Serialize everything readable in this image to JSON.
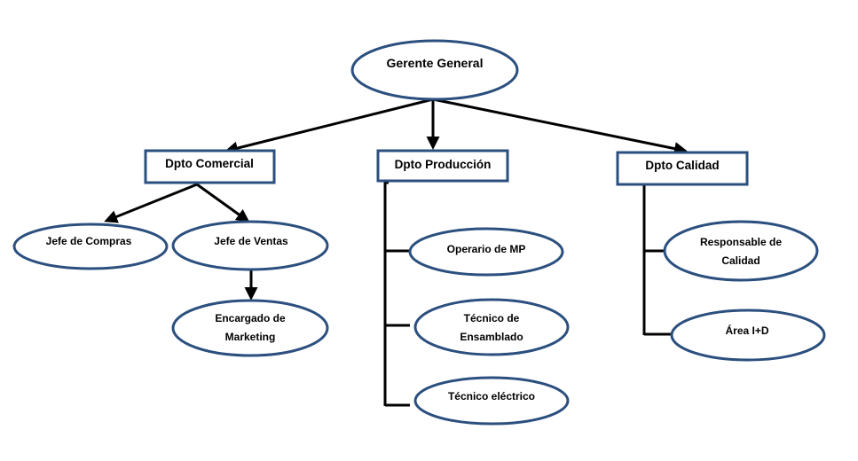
{
  "diagram": {
    "root": {
      "label": "Gerente General"
    },
    "departments": [
      {
        "label": "Dpto Comercial"
      },
      {
        "label": "Dpto Producción"
      },
      {
        "label": "Dpto Calidad"
      }
    ],
    "comercial": {
      "compras": {
        "label": "Jefe de Compras"
      },
      "ventas": {
        "label": "Jefe de Ventas"
      },
      "marketing": {
        "line1": "Encargado de",
        "line2": "Marketing"
      }
    },
    "produccion": {
      "operario": {
        "label": "Operario de MP"
      },
      "ensamblado": {
        "line1": "Técnico de",
        "line2": "Ensamblado"
      },
      "electrico": {
        "label": "Técnico eléctrico"
      }
    },
    "calidad": {
      "responsable": {
        "line1": "Responsable de",
        "line2": "Calidad"
      },
      "id": {
        "label": "Área I+D"
      }
    },
    "colors": {
      "outline": "#2b4f7e",
      "connector": "#000000",
      "fill": "#ffffff"
    }
  }
}
